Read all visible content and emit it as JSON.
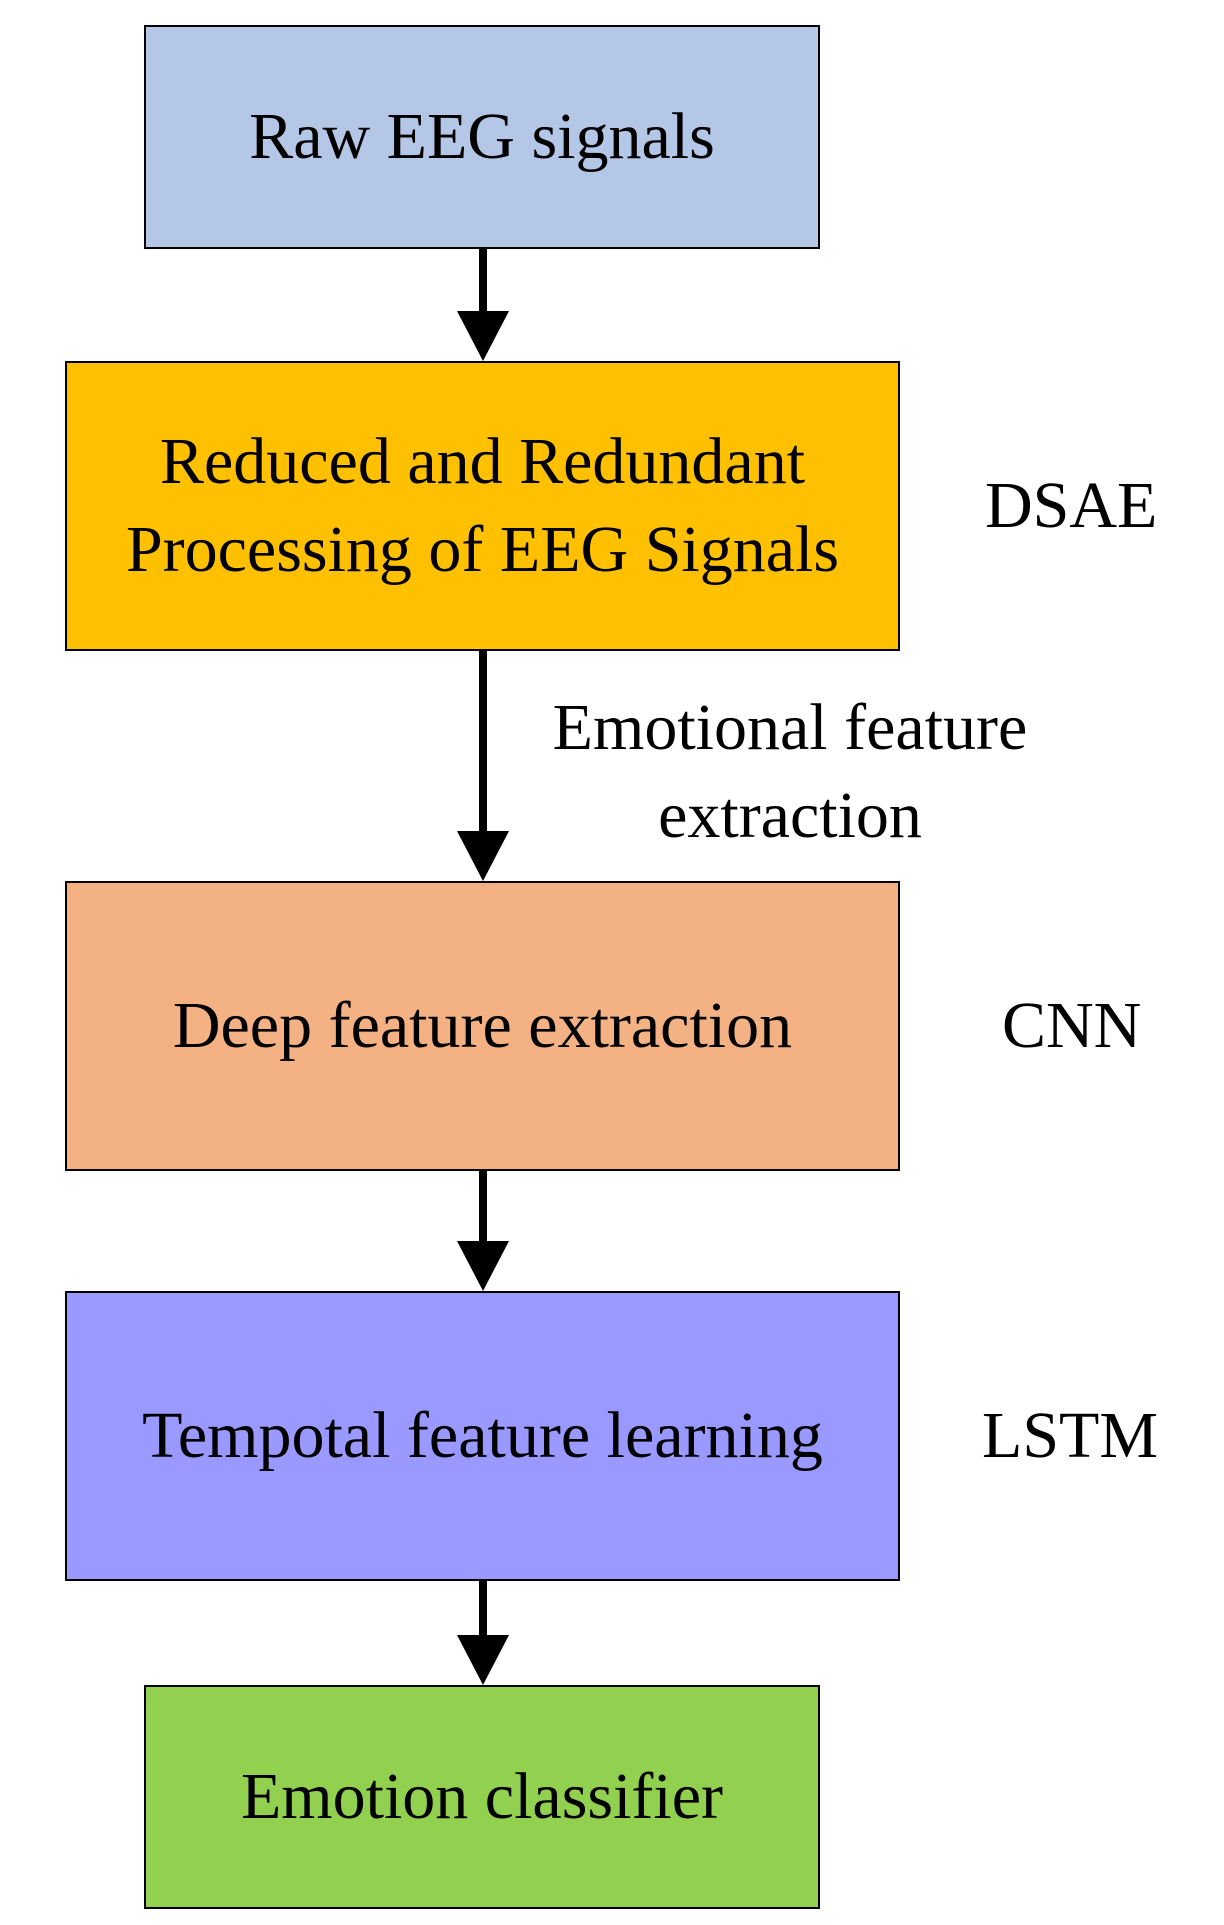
{
  "boxes": [
    {
      "text": "Raw EEG signals",
      "color": "#b4c7e7"
    },
    {
      "text": "Reduced and Redundant Processing of EEG Signals",
      "color": "#ffc000"
    },
    {
      "text": "Deep feature extraction",
      "color": "#f4b183"
    },
    {
      "text": "Tempotal feature learning",
      "color": "#9999ff"
    },
    {
      "text": "Emotion classifier",
      "color": "#92d050"
    }
  ],
  "side_labels": {
    "dsae": "DSAE",
    "cnn": "CNN",
    "lstm": "LSTM"
  },
  "edge_label": "Emotional feature extraction",
  "arrow_color": "#000000",
  "border_color": "#000000"
}
